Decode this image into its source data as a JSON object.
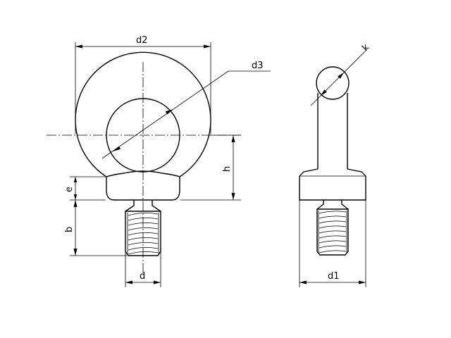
{
  "labels": {
    "d2": "d2",
    "d3": "d3",
    "k": "k",
    "h": "h",
    "e": "e",
    "b": "b",
    "d": "d",
    "d1": "d1"
  }
}
